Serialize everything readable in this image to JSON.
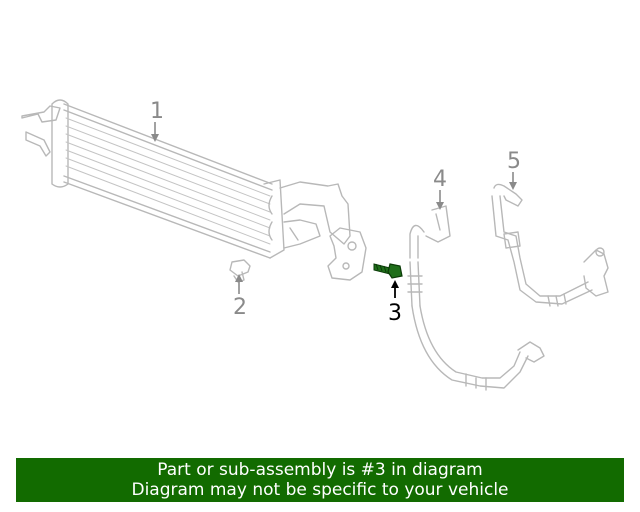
{
  "colors": {
    "banner_bg": "#126b00",
    "banner_text": "#ffffff",
    "highlight_part": "#1f6e1a",
    "outline": "#b8b8b8",
    "callout_default": "#8a8a8a",
    "callout_active": "#000000"
  },
  "diagram": {
    "callouts": [
      {
        "id": "1",
        "label": "1",
        "active": false
      },
      {
        "id": "2",
        "label": "2",
        "active": false
      },
      {
        "id": "3",
        "label": "3",
        "active": true
      },
      {
        "id": "4",
        "label": "4",
        "active": false
      },
      {
        "id": "5",
        "label": "5",
        "active": false
      }
    ]
  },
  "banner": {
    "line1": "Part or sub-assembly is #3 in diagram",
    "line2": "Diagram may not be specific to your vehicle"
  }
}
